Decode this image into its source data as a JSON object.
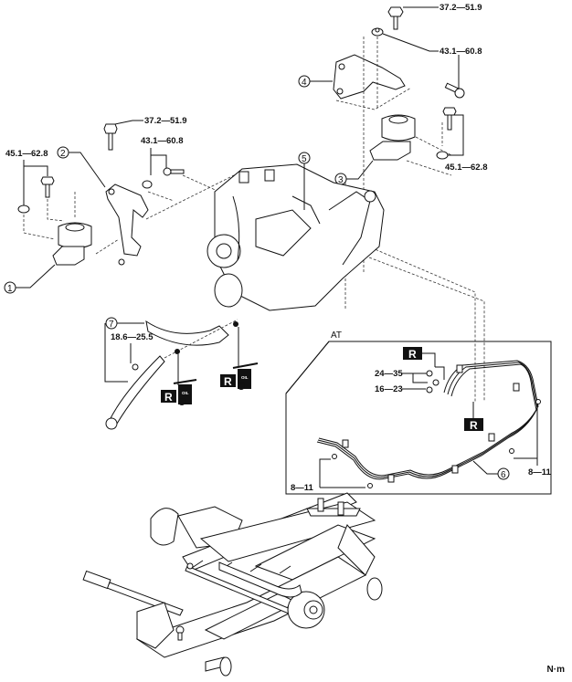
{
  "diagram": {
    "title": "Engine/Transaxle Mount and Cooler Line Exploded View",
    "unit": "N·m",
    "at_label": "AT",
    "callouts": [
      {
        "id": "1",
        "label": "1"
      },
      {
        "id": "2",
        "label": "2"
      },
      {
        "id": "3",
        "label": "3"
      },
      {
        "id": "4",
        "label": "4"
      },
      {
        "id": "5",
        "label": "5"
      },
      {
        "id": "6",
        "label": "6"
      },
      {
        "id": "7",
        "label": "7"
      }
    ],
    "torques": {
      "top_bolt_right": "37.2—51.9",
      "top_nut_right": "43.1—60.8",
      "mount3_fasteners": "45.1—62.8",
      "bracket2_bolt": "37.2—51.9",
      "bracket2_fasteners": "43.1—60.8",
      "mount1_fasteners": "45.1—62.8",
      "hose7_nut": "18.6—25.5",
      "cooler_bolts_a": "24—35",
      "cooler_bolt_b": "16—23",
      "cooler_clamp_left": "8—11",
      "cooler_clamp_right": "8—11"
    },
    "symbols": {
      "replace": "R",
      "oil": "OIL"
    }
  }
}
